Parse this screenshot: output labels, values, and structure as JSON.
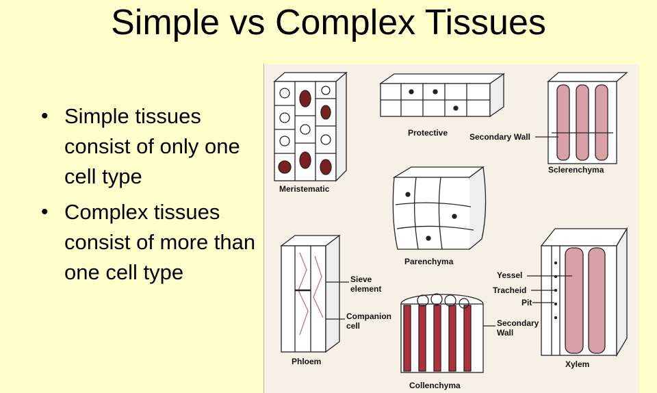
{
  "title": "Simple vs Complex Tissues",
  "bullets": [
    "Simple tissues consist of only one cell type",
    "Complex tissues consist of more than one cell type"
  ],
  "figure": {
    "labels": {
      "meristematic": "Meristematic",
      "protective": "Protective",
      "secondary_wall_1": "Secondary Wall",
      "sclerenchyma": "Sclerenchyma",
      "parenchyma": "Parenchyma",
      "sieve_line1": "Sieve",
      "sieve_line2": "element",
      "companion_line1": "Companion",
      "companion_line2": "cell",
      "phloem": "Phloem",
      "secondary_wall_2_line1": "Secondary",
      "secondary_wall_2_line2": "Wall",
      "collenchyma": "Collenchyma",
      "vessel": "Yessel",
      "tracheid": "Tracheid",
      "pit": "Pit",
      "xylem": "Xylem"
    },
    "colors": {
      "cell_outline": "#222222",
      "wall_fill": "#d9a0a8",
      "collenchyma_fill": "#b0303c",
      "background": "#f5f1e6"
    }
  }
}
